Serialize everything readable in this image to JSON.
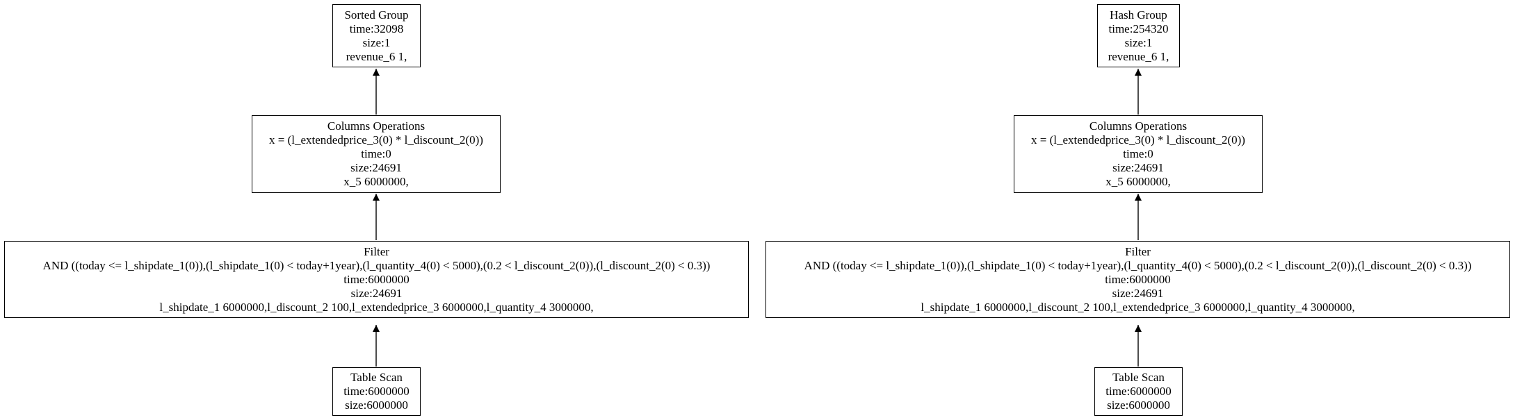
{
  "plans": [
    {
      "nodes": {
        "group": [
          "Sorted Group",
          "time:32098",
          "size:1",
          "revenue_6 1,"
        ],
        "colops": [
          "Columns Operations",
          "x = (l_extendedprice_3(0) * l_discount_2(0))",
          "time:0",
          "size:24691",
          "x_5 6000000,"
        ],
        "filter": [
          "Filter",
          "AND ((today <= l_shipdate_1(0)),(l_shipdate_1(0) < today+1year),(l_quantity_4(0) < 5000),(0.2 < l_discount_2(0)),(l_discount_2(0) < 0.3))",
          "time:6000000",
          "size:24691",
          "l_shipdate_1 6000000,l_discount_2 100,l_extendedprice_3 6000000,l_quantity_4 3000000,"
        ],
        "scan": [
          "Table Scan",
          "time:6000000",
          "size:6000000"
        ]
      }
    },
    {
      "nodes": {
        "group": [
          "Hash Group",
          "time:254320",
          "size:1",
          "revenue_6 1,"
        ],
        "colops": [
          "Columns Operations",
          "x = (l_extendedprice_3(0) * l_discount_2(0))",
          "time:0",
          "size:24691",
          "x_5 6000000,"
        ],
        "filter": [
          "Filter",
          "AND ((today <= l_shipdate_1(0)),(l_shipdate_1(0) < today+1year),(l_quantity_4(0) < 5000),(0.2 < l_discount_2(0)),(l_discount_2(0) < 0.3))",
          "time:6000000",
          "size:24691",
          "l_shipdate_1 6000000,l_discount_2 100,l_extendedprice_3 6000000,l_quantity_4 3000000,"
        ],
        "scan": [
          "Table Scan",
          "time:6000000",
          "size:6000000"
        ]
      }
    }
  ]
}
